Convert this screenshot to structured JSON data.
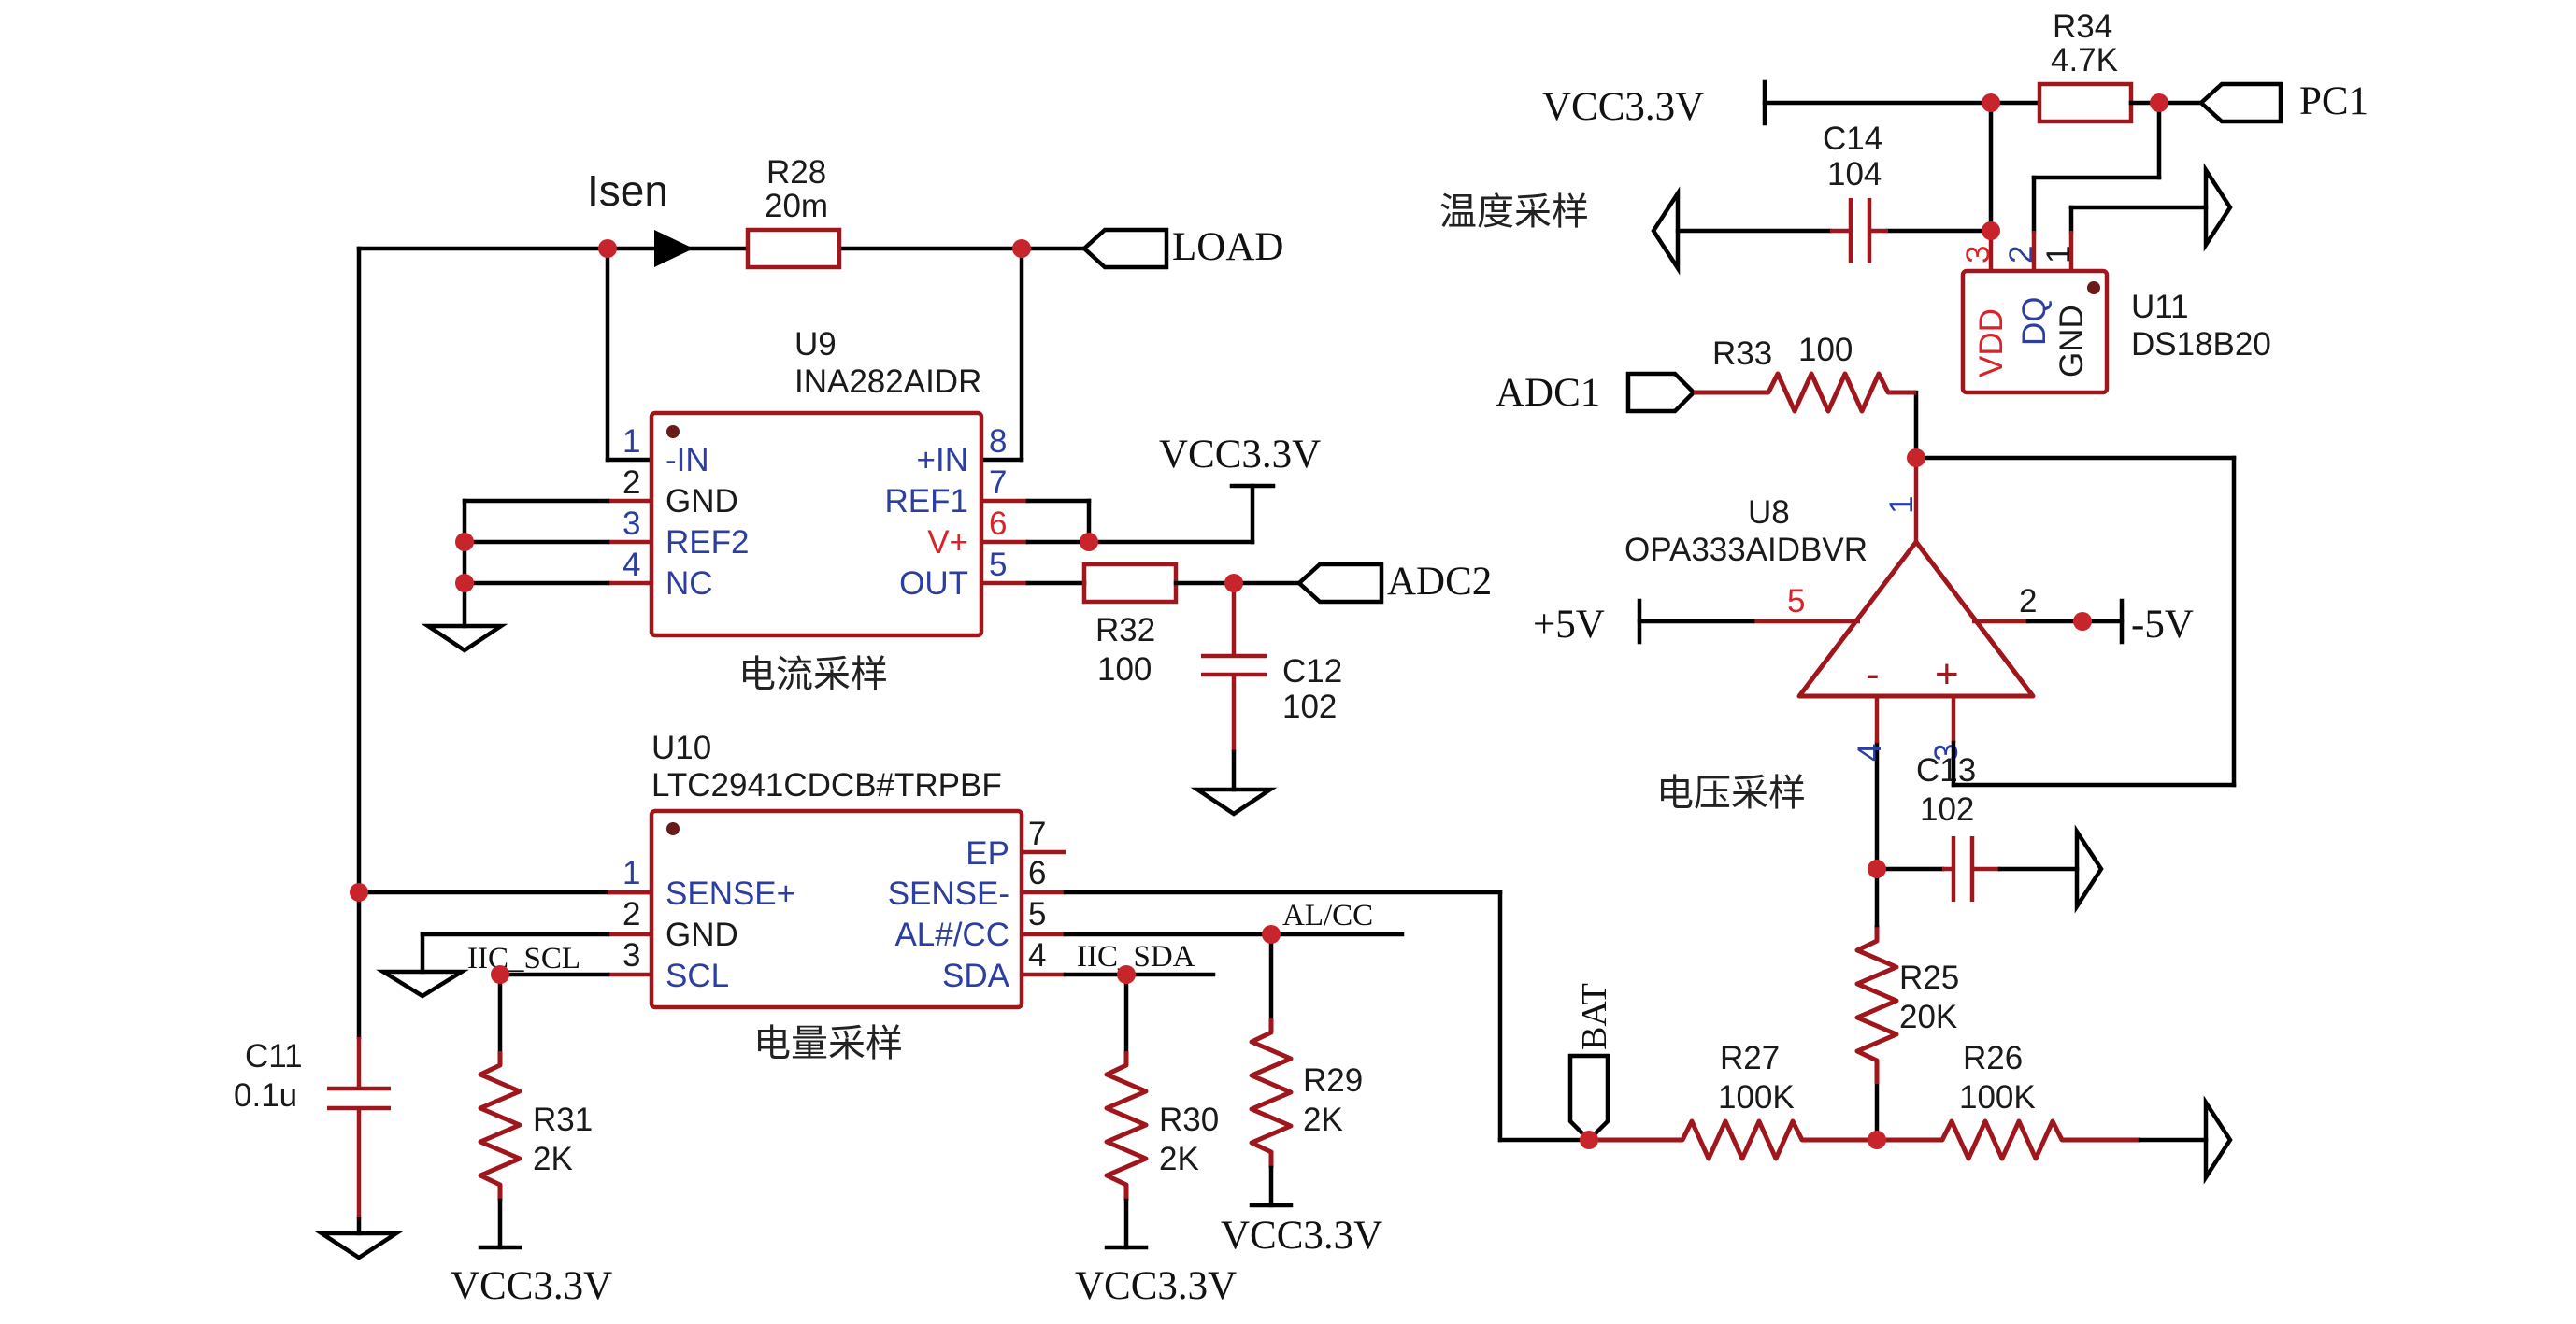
{
  "colors": {
    "wire": "#000000",
    "component": "#a0161d",
    "junction": "#c8242c",
    "pin_name": "#2c3fa0",
    "power_pin": "#d8232a"
  },
  "nets": {
    "isen": "Isen",
    "load": "LOAD",
    "adc1": "ADC1",
    "adc2": "ADC2",
    "pc1": "PC1",
    "bat": "BAT",
    "al_cc": "AL/CC",
    "iic_scl": "IIC_SCL",
    "iic_sda": "IIC_SDA",
    "vcc": "VCC3.3V",
    "plus5": "+5V",
    "minus5": "-5V"
  },
  "sections": {
    "current": "电流采样",
    "charge": "电量采样",
    "voltage": "电压采样",
    "temperature": "温度采样"
  },
  "components": {
    "r28": {
      "ref": "R28",
      "value": "20m"
    },
    "r32": {
      "ref": "R32",
      "value": "100"
    },
    "r33": {
      "ref": "R33",
      "value": "100"
    },
    "r34": {
      "ref": "R34",
      "value": "4.7K"
    },
    "r25": {
      "ref": "R25",
      "value": "20K"
    },
    "r26": {
      "ref": "R26",
      "value": "100K"
    },
    "r27": {
      "ref": "R27",
      "value": "100K"
    },
    "r29": {
      "ref": "R29",
      "value": "2K"
    },
    "r30": {
      "ref": "R30",
      "value": "2K"
    },
    "r31": {
      "ref": "R31",
      "value": "2K"
    },
    "c11": {
      "ref": "C11",
      "value": "0.1u"
    },
    "c12": {
      "ref": "C12",
      "value": "102"
    },
    "c13": {
      "ref": "C13",
      "value": "102"
    },
    "c14": {
      "ref": "C14",
      "value": "104"
    }
  },
  "u9": {
    "ref": "U9",
    "part": "INA282AIDR",
    "pins_left": [
      {
        "num": "1",
        "name": "-IN"
      },
      {
        "num": "2",
        "name": "GND"
      },
      {
        "num": "3",
        "name": "REF2"
      },
      {
        "num": "4",
        "name": "NC"
      }
    ],
    "pins_right": [
      {
        "num": "8",
        "name": "+IN"
      },
      {
        "num": "7",
        "name": "REF1"
      },
      {
        "num": "6",
        "name": "V+"
      },
      {
        "num": "5",
        "name": "OUT"
      }
    ]
  },
  "u10": {
    "ref": "U10",
    "part": "LTC2941CDCB#TRPBF",
    "pins_left": [
      {
        "num": "1",
        "name": "SENSE+"
      },
      {
        "num": "2",
        "name": "GND"
      },
      {
        "num": "3",
        "name": "SCL"
      }
    ],
    "pins_right": [
      {
        "num": "7",
        "name": "EP"
      },
      {
        "num": "6",
        "name": "SENSE-"
      },
      {
        "num": "5",
        "name": "AL#/CC"
      },
      {
        "num": "4",
        "name": "SDA"
      }
    ]
  },
  "u8": {
    "ref": "U8",
    "part": "OPA333AIDBVR",
    "pins": {
      "out": "1",
      "vminus": "2",
      "inplus": "3",
      "inminus": "4",
      "vplus": "5"
    },
    "signs": {
      "minus": "-",
      "plus": "+"
    }
  },
  "u11": {
    "ref": "U11",
    "part": "DS18B20",
    "pins": [
      {
        "num": "3",
        "name": "VDD"
      },
      {
        "num": "2",
        "name": "DQ"
      },
      {
        "num": "1",
        "name": "GND"
      }
    ]
  }
}
